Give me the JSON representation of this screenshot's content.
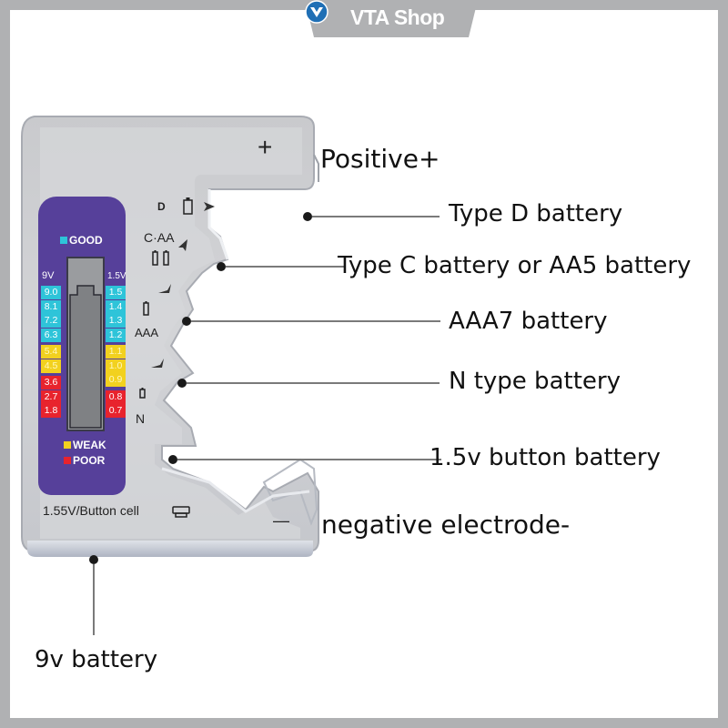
{
  "brand": {
    "name": "VTA Shop",
    "logo_icon": "vta-logo-icon",
    "tab_color": "#b0b1b3",
    "logo_color": "#1f6fb5"
  },
  "device": {
    "plus_symbol": "+",
    "minus_symbol": "—",
    "panel_color": "#56409a",
    "legend": {
      "good": {
        "label": "GOOD",
        "color": "#2ec4d9"
      },
      "weak": {
        "label": "WEAK",
        "color": "#f2d11f"
      },
      "poor": {
        "label": "POOR",
        "color": "#e8232d"
      }
    },
    "scale_left": {
      "header": "9V",
      "values": [
        {
          "v": "9.0",
          "level": "good"
        },
        {
          "v": "8.1",
          "level": "good"
        },
        {
          "v": "7.2",
          "level": "good"
        },
        {
          "v": "6.3",
          "level": "good"
        },
        {
          "v": "5.4",
          "level": "weak"
        },
        {
          "v": "4.5",
          "level": "weak"
        },
        {
          "v": "3.6",
          "level": "poor"
        },
        {
          "v": "2.7",
          "level": "poor"
        },
        {
          "v": "1.8",
          "level": "poor"
        }
      ]
    },
    "scale_right": {
      "header": "1.5V",
      "values": [
        {
          "v": "1.5",
          "level": "good"
        },
        {
          "v": "1.4",
          "level": "good"
        },
        {
          "v": "1.3",
          "level": "good"
        },
        {
          "v": "1.2",
          "level": "good"
        },
        {
          "v": "1.1",
          "level": "weak"
        },
        {
          "v": "1.0",
          "level": "weak"
        },
        {
          "v": "0.9",
          "level": "weak"
        },
        {
          "v": "0.8",
          "level": "poor"
        },
        {
          "v": "0.7",
          "level": "poor"
        }
      ]
    },
    "slot_labels": {
      "d": "D",
      "c_aa": "C·AA",
      "aaa": "AAA",
      "n": "N"
    },
    "button_cell_label": "1.55V/Button cell"
  },
  "callouts": {
    "positive": "Positive+",
    "type_d": "Type D battery",
    "type_c_aa5": "Type C battery or AA5 battery",
    "aaa7": "AAA7 battery",
    "n_type": "N type battery",
    "button_15v": "1.5v button battery",
    "negative": "negative electrode-",
    "battery_9v": "9v battery"
  }
}
